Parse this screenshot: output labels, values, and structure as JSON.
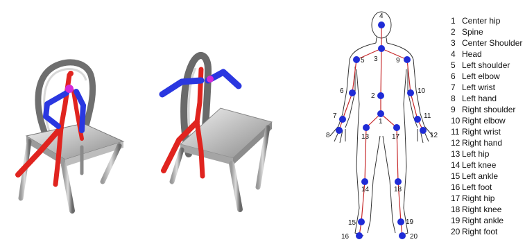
{
  "colors": {
    "chair_light": "#e8e8e8",
    "chair_dark": "#6e6e6e",
    "skeleton_red": "#e0241f",
    "skeleton_blue": "#2a37e0",
    "skeleton_magenta": "#d42bd9",
    "joint_blue": "#1f2bd6",
    "body_line": "#c6282a",
    "outline": "#333333"
  },
  "joints": [
    {
      "id": "1",
      "name": "Center hip"
    },
    {
      "id": "2",
      "name": "Spine"
    },
    {
      "id": "3",
      "name": "Center Shoulder"
    },
    {
      "id": "4",
      "name": "Head"
    },
    {
      "id": "5",
      "name": "Left shoulder"
    },
    {
      "id": "6",
      "name": "Left elbow"
    },
    {
      "id": "7",
      "name": "Left wrist"
    },
    {
      "id": "8",
      "name": "Left hand"
    },
    {
      "id": "9",
      "name": "Right shoulder"
    },
    {
      "id": "10",
      "name": "Right elbow"
    },
    {
      "id": "11",
      "name": "Right wrist"
    },
    {
      "id": "12",
      "name": "Right hand"
    },
    {
      "id": "13",
      "name": "Left hip"
    },
    {
      "id": "14",
      "name": "Left knee"
    },
    {
      "id": "15",
      "name": "Left ankle"
    },
    {
      "id": "16",
      "name": "Left foot"
    },
    {
      "id": "17",
      "name": "Right hip"
    },
    {
      "id": "18",
      "name": "Right knee"
    },
    {
      "id": "19",
      "name": "Right ankle"
    },
    {
      "id": "20",
      "name": "Right foot"
    }
  ]
}
